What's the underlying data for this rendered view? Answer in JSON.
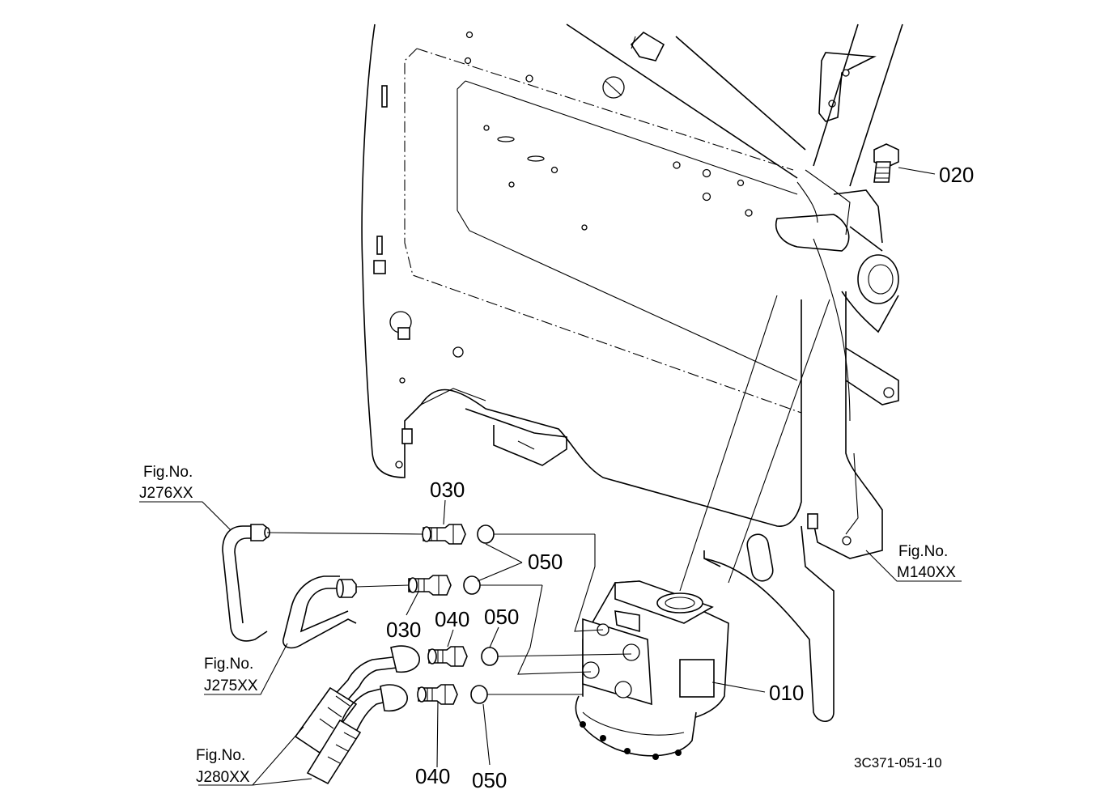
{
  "parts": {
    "p010": "010",
    "p020": "020",
    "p030_top": "030",
    "p030_mid": "030",
    "p040_mid": "040",
    "p040_bot": "040",
    "p050_top": "050",
    "p050_mid": "050",
    "p050_bot": "050"
  },
  "figure_refs": {
    "j276": {
      "line1": "Fig.No.",
      "line2": "J276XX"
    },
    "j275": {
      "line1": "Fig.No.",
      "line2": "J275XX"
    },
    "j280": {
      "line1": "Fig.No.",
      "line2": "J280XX"
    },
    "m140": {
      "line1": "Fig.No.",
      "line2": "M140XX"
    }
  },
  "drawing_code": "3C371-051-10"
}
